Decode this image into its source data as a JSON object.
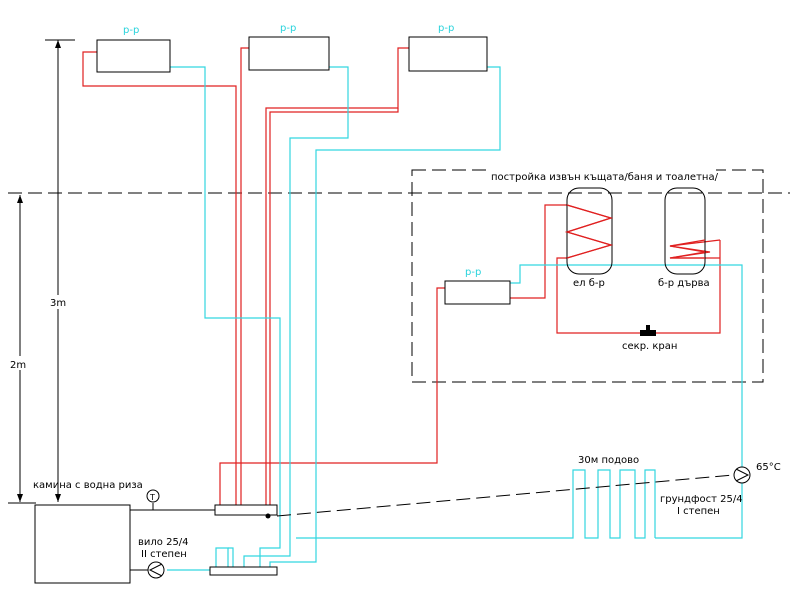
{
  "labels": {
    "radiator": "р-р",
    "building": "постройка извън къщата/баня и тоалетна/",
    "el_boiler": "ел б-р",
    "wood_boiler": "б-р дърва",
    "valve": "секр. кран",
    "height_3m": "3m",
    "height_2m": "2m",
    "floor_heating": "30м подово",
    "temp": "65°C",
    "pump_right_1": "грундфост 25/4",
    "pump_right_2": "I степен",
    "stove": "камина с водна риза",
    "thermo": "T",
    "pump_left_1": "вило 25/4",
    "pump_left_2": "II степен"
  },
  "colors": {
    "supply": "#e02020",
    "return": "#33d6e0",
    "radiator_label": "#2ad3dc"
  }
}
